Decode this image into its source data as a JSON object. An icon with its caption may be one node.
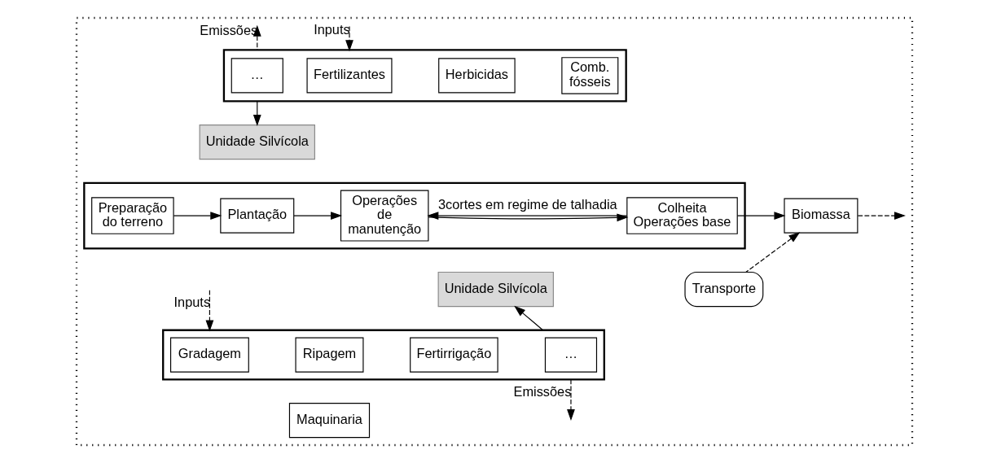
{
  "diagram": {
    "nodes": [
      {
        "text": [],
        "shape": "box"
      },
      {
        "text": [],
        "shape": "box",
        "in": 0
      },
      {
        "text": [
          "Fertilizantes"
        ],
        "in": 1
      },
      {
        "text": [
          "Herbicidas"
        ],
        "in": 1
      },
      {
        "text": [
          "Comb. fósseis"
        ],
        "in": 1
      },
      {
        "text": [
          "…"
        ],
        "in": 1
      },
      {
        "text": [
          "Unidade Silvícola"
        ],
        "in": 0
      },
      {
        "text": [],
        "shape": "box",
        "in": 0
      },
      {
        "text": [
          "Preparação do terreno"
        ],
        "in": 7
      },
      {
        "text": [
          "Plantação"
        ],
        "in": 7
      },
      {
        "text": [
          "Operações de manutenção"
        ],
        "in": 7
      },
      {
        "text": [
          "Colheita Operações base"
        ],
        "in": 7
      },
      {
        "text": [
          "Biomassa"
        ],
        "in": 0
      },
      {
        "text": [
          "Transporte"
        ],
        "in": 0
      },
      {
        "text": [
          "Unidade Silvícola"
        ],
        "in": 0
      },
      {
        "text": [],
        "shape": "box",
        "in": 0
      },
      {
        "text": [
          "Gradagem"
        ],
        "in": 15
      },
      {
        "text": [
          "Ripagem"
        ],
        "in": 15
      },
      {
        "text": [
          "Fertirrigação"
        ],
        "in": 15
      },
      {
        "text": [
          "…"
        ],
        "in": 15
      },
      {
        "text": [
          "Maquinaria"
        ],
        "in": 0
      }
    ],
    "edges": [
      {
        "from": null,
        "to": 1,
        "arrow": "to",
        "label": "Inputs",
        "style": "dashed"
      },
      {
        "from": 1,
        "to": null,
        "arrow": "to",
        "label": "Emissões",
        "style": "dashed"
      },
      {
        "from": 1,
        "to": 6,
        "arrow": "to"
      },
      {
        "from": 8,
        "to": 9,
        "arrow": "to"
      },
      {
        "from": 9,
        "to": 10,
        "arrow": "to"
      },
      {
        "from": 10,
        "to": 11,
        "arrow": "to"
      },
      {
        "from": 11,
        "to": 10,
        "arrow": "to",
        "label": "3cortes em regime de talhadia"
      },
      {
        "from": 11,
        "to": 12,
        "arrow": "to"
      },
      {
        "from": 12,
        "to": null,
        "arrow": "to",
        "style": "dashed"
      },
      {
        "from": 13,
        "to": 12,
        "arrow": "to",
        "style": "dashed"
      },
      {
        "from": 15,
        "to": 14,
        "arrow": "to"
      },
      {
        "from": null,
        "to": 15,
        "arrow": "to",
        "label": "Inputs",
        "style": "dashed"
      },
      {
        "from": 15,
        "to": null,
        "arrow": "to",
        "label": "Emissões",
        "style": "dashed"
      }
    ]
  }
}
